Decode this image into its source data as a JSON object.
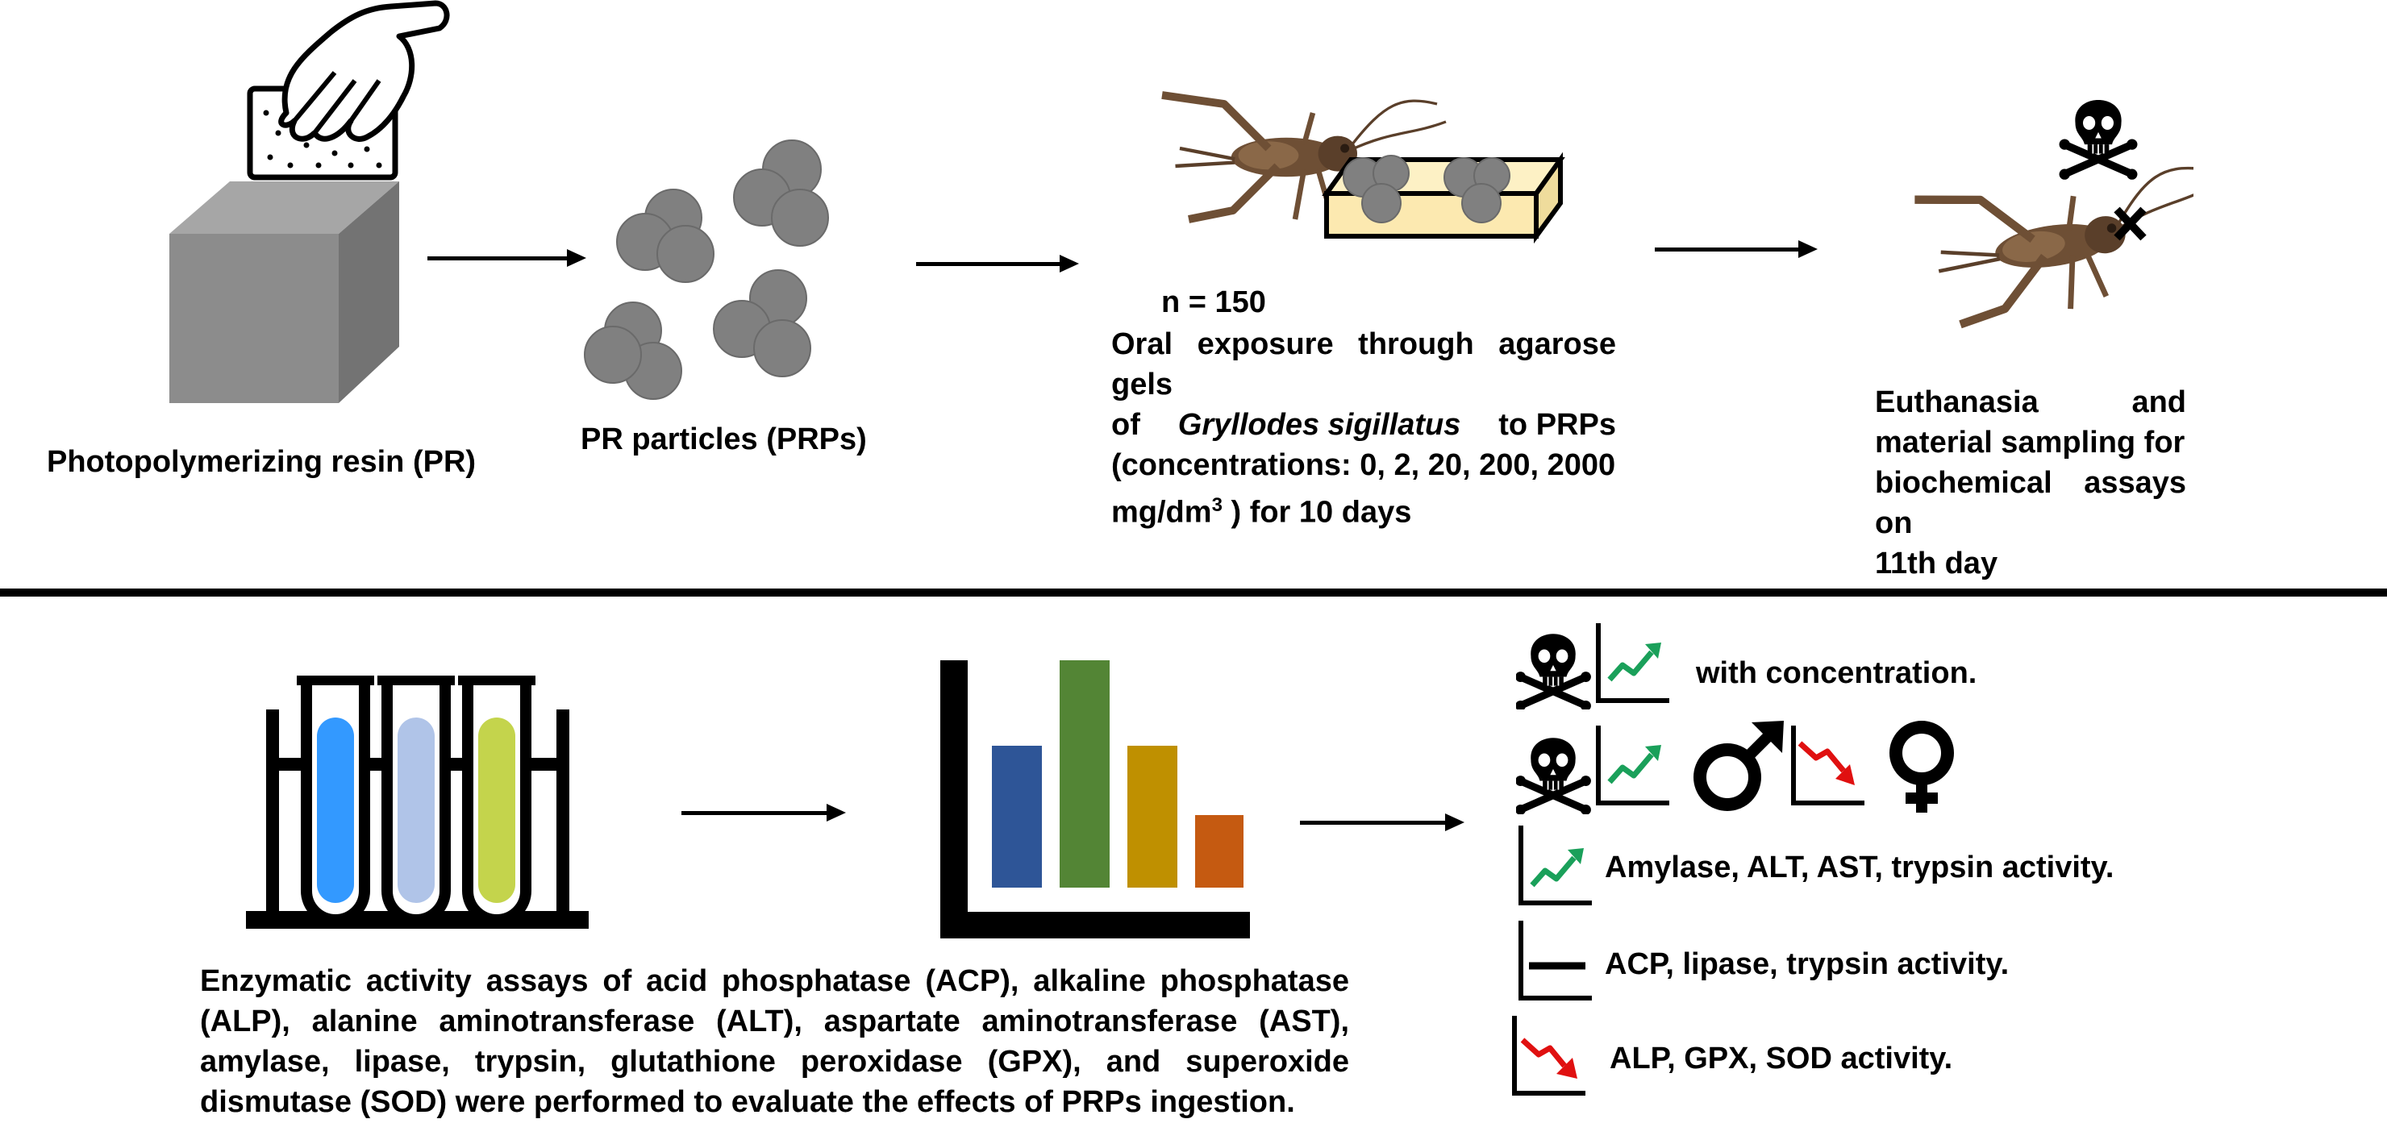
{
  "top": {
    "step1": {
      "label": "Photopolymerizing resin (PR)"
    },
    "step2": {
      "label": "PR particles (PRPs)"
    },
    "step3": {
      "count": "n = 150",
      "line1": "Oral exposure through agarose gels",
      "line2_pre": "of",
      "species": "Gryllodes sigillatus",
      "line2_post": "to PRPs",
      "line3": "(concentrations: 0, 2, 20, 200, 2000",
      "line4_pre": "mg/dm",
      "line4_sup": "3",
      "line4_post": " ) for 10 days"
    },
    "step4": {
      "line1": "Euthanasia and",
      "line2": "material sampling for",
      "line3": "biochemical assays on",
      "line4": "11th day"
    }
  },
  "bottom": {
    "assays_text": "Enzymatic activity assays of acid phosphatase (ACP), alkaline phosphatase (ALP), alanine aminotransferase (ALT), aspartate aminotransferase (AST), amylase, lipase, trypsin, glutathione peroxidase (GPX), and superoxide dismutase (SOD) were performed to evaluate the effects of PRPs ingestion.",
    "results": [
      {
        "icons": [
          "skull-icon",
          "trend-up-icon"
        ],
        "text": "with concentration."
      },
      {
        "icons": [
          "skull-icon",
          "trend-up-icon",
          "male-icon",
          "trend-down-icon",
          "female-icon"
        ],
        "text": ""
      },
      {
        "icons": [
          "trend-up-icon"
        ],
        "text": "Amylase, ALT, AST, trypsin activity."
      },
      {
        "icons": [
          "trend-flat-icon"
        ],
        "text": "ACP, lipase, trypsin activity."
      },
      {
        "icons": [
          "trend-down-icon"
        ],
        "text": "ALP, GPX, SOD activity."
      }
    ],
    "male_symbol": "♂",
    "female_symbol": "♀"
  },
  "colors": {
    "trend_up": "#1aa05a",
    "trend_down": "#e01010",
    "tube_blue": "#3399ff",
    "tube_lightblue": "#b0c4e8",
    "tube_green": "#c4d44c",
    "bar_blue": "#2e5597",
    "bar_green": "#538535",
    "bar_gold": "#bf9000",
    "bar_orange": "#c55a11",
    "resin_cube": "#8c8c8c",
    "particle": "#7f7f7f",
    "gel": "#fce9b0",
    "cricket": "#6e4f35"
  }
}
